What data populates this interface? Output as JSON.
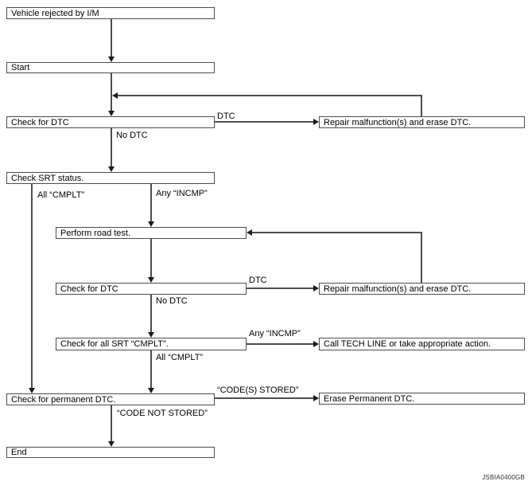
{
  "diagram": {
    "title_context": "Vehicle I/M rejection diagnostic flowchart",
    "figure_code": "JSBIA0400GB",
    "boxes": {
      "vehicle_rejected": {
        "label": "Vehicle rejected by I/M"
      },
      "start": {
        "label": "Start"
      },
      "check_dtc_1": {
        "label": "Check for DTC"
      },
      "check_srt": {
        "label": "Check SRT status."
      },
      "perform_road_test": {
        "label": "Perform road test."
      },
      "check_dtc_2": {
        "label": "Check for DTC"
      },
      "check_all_srt": {
        "label": "Check for all SRT “CMPLT”."
      },
      "check_permanent": {
        "label": "Check for permanent DTC."
      },
      "end": {
        "label": "End"
      },
      "repair_1": {
        "label": "Repair malfunction(s) and erase DTC."
      },
      "repair_2": {
        "label": "Repair malfunction(s) and erase DTC."
      },
      "call_tech_line": {
        "label": "Call TECH LINE or take appropriate action."
      },
      "erase_permanent": {
        "label": "Erase Permanent DTC."
      }
    },
    "edge_labels": {
      "dtc_1": "DTC",
      "no_dtc_1": "No DTC",
      "all_cmplt_1": "All “CMPLT”",
      "any_incmp_1": "Any “INCMP”",
      "dtc_2": "DTC",
      "no_dtc_2": "No DTC",
      "any_incmp_2": "Any “INCMP”",
      "all_cmplt_2": "All “CMPLT”",
      "codes_stored": "“CODE(S) STORED”",
      "code_not_stored": "“CODE NOT STORED”"
    },
    "edges": [
      {
        "from": "vehicle_rejected",
        "to": "start",
        "label": ""
      },
      {
        "from": "start",
        "to": "check_dtc_1",
        "label": ""
      },
      {
        "from": "check_dtc_1",
        "to": "repair_1",
        "label": "DTC"
      },
      {
        "from": "repair_1",
        "to": "check_dtc_1",
        "label": ""
      },
      {
        "from": "check_dtc_1",
        "to": "check_srt",
        "label": "No DTC"
      },
      {
        "from": "check_srt",
        "to": "check_permanent",
        "label": "All “CMPLT”"
      },
      {
        "from": "check_srt",
        "to": "perform_road_test",
        "label": "Any “INCMP”"
      },
      {
        "from": "perform_road_test",
        "to": "check_dtc_2",
        "label": ""
      },
      {
        "from": "check_dtc_2",
        "to": "repair_2",
        "label": "DTC"
      },
      {
        "from": "repair_2",
        "to": "perform_road_test",
        "label": ""
      },
      {
        "from": "check_dtc_2",
        "to": "check_all_srt",
        "label": "No DTC"
      },
      {
        "from": "check_all_srt",
        "to": "call_tech_line",
        "label": "Any “INCMP”"
      },
      {
        "from": "check_all_srt",
        "to": "check_permanent",
        "label": "All “CMPLT”"
      },
      {
        "from": "check_permanent",
        "to": "erase_permanent",
        "label": "“CODE(S) STORED”"
      },
      {
        "from": "check_permanent",
        "to": "end",
        "label": "“CODE NOT STORED”"
      }
    ],
    "colors": {
      "background": "#ffffff",
      "line": "#4d4d4d",
      "arrow": "#1c1c1c",
      "text": "#000000"
    }
  }
}
